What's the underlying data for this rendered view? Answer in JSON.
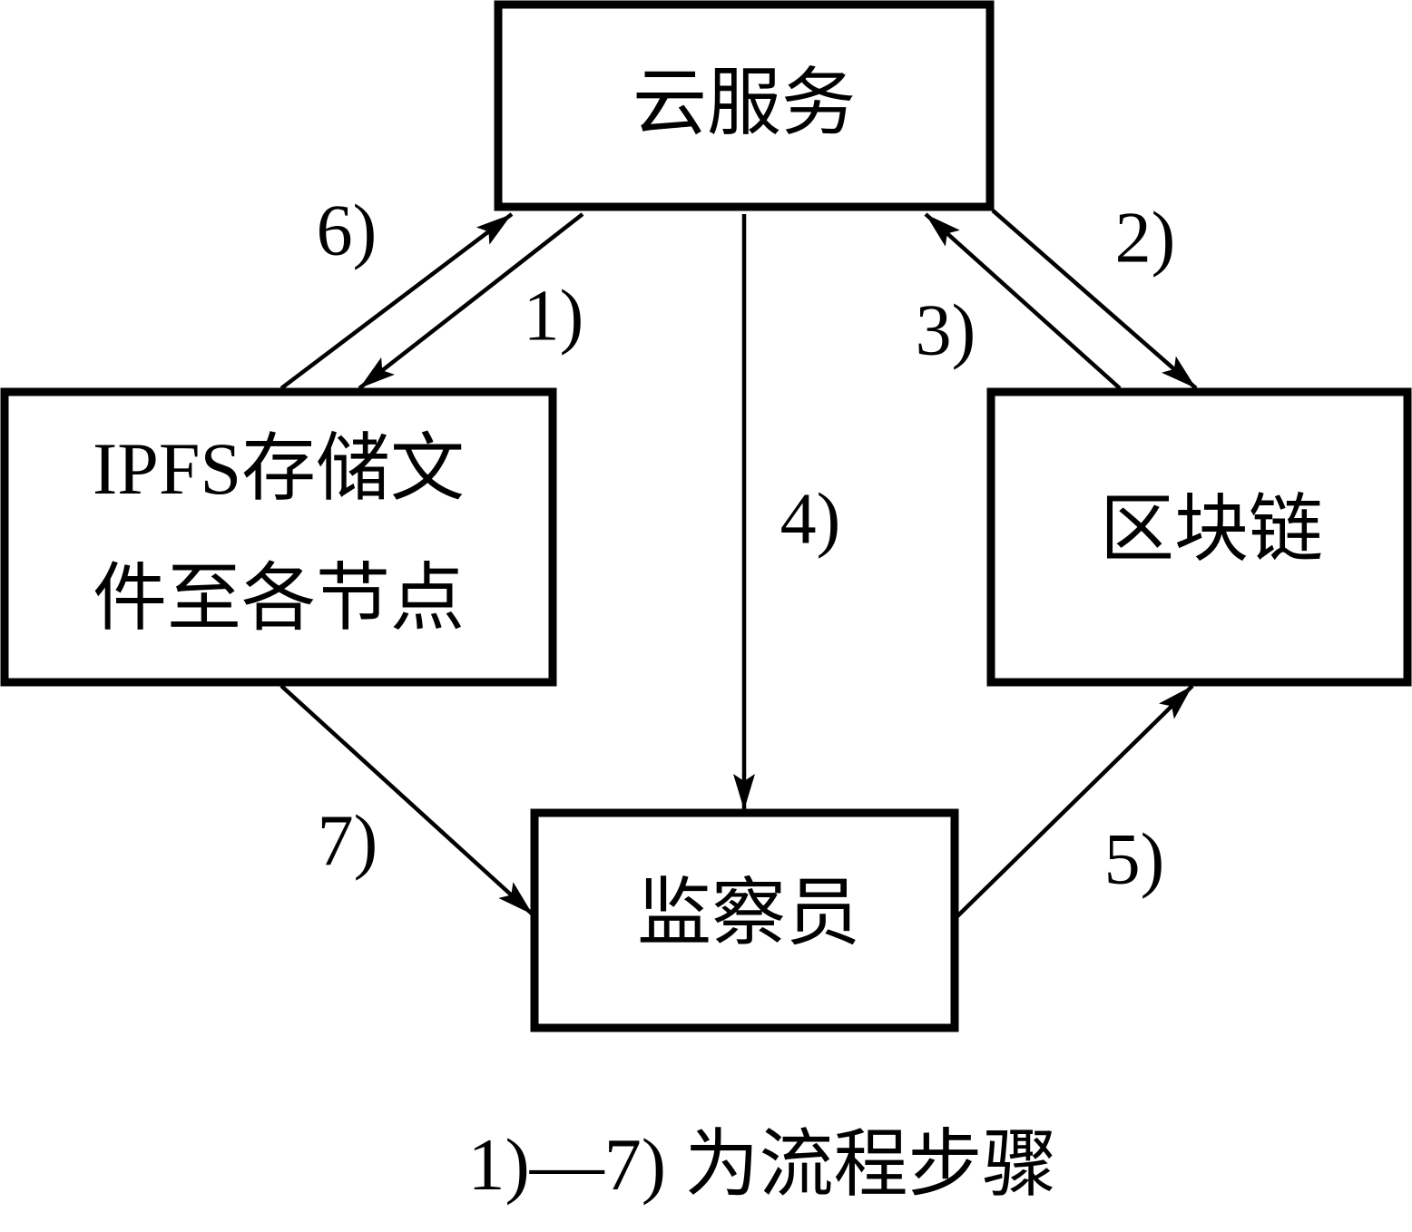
{
  "diagram": {
    "nodes": {
      "cloud": {
        "label": "云服务"
      },
      "ipfs": {
        "lines": [
          "IPFS存储文",
          "件至各节点"
        ]
      },
      "blockchain": {
        "label": "区块链"
      },
      "supervisor": {
        "label": "监察员"
      }
    },
    "steps": [
      {
        "label": "1)",
        "from": "cloud",
        "to": "ipfs"
      },
      {
        "label": "2)",
        "from": "cloud",
        "to": "blockchain"
      },
      {
        "label": "3)",
        "from": "blockchain",
        "to": "cloud"
      },
      {
        "label": "4)",
        "from": "cloud",
        "to": "supervisor"
      },
      {
        "label": "5)",
        "from": "supervisor",
        "to": "blockchain"
      },
      {
        "label": "6)",
        "from": "ipfs",
        "to": "cloud"
      },
      {
        "label": "7)",
        "from": "ipfs",
        "to": "supervisor"
      }
    ],
    "caption": "1)—7) 为流程步骤"
  }
}
